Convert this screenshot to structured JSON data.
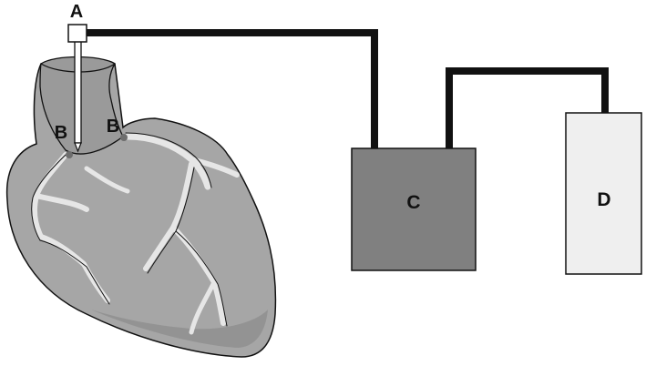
{
  "labels": {
    "a": "A",
    "b_left": "B",
    "b_right": "B",
    "c": "C",
    "d": "D"
  },
  "colors": {
    "heart_fill": "#a6a6a6",
    "heart_shadow": "#8c8c8c",
    "vessel": "#e6e6e6",
    "box_c": "#808080",
    "box_d": "#efefef",
    "tube": "#111111",
    "outline": "#111111"
  }
}
